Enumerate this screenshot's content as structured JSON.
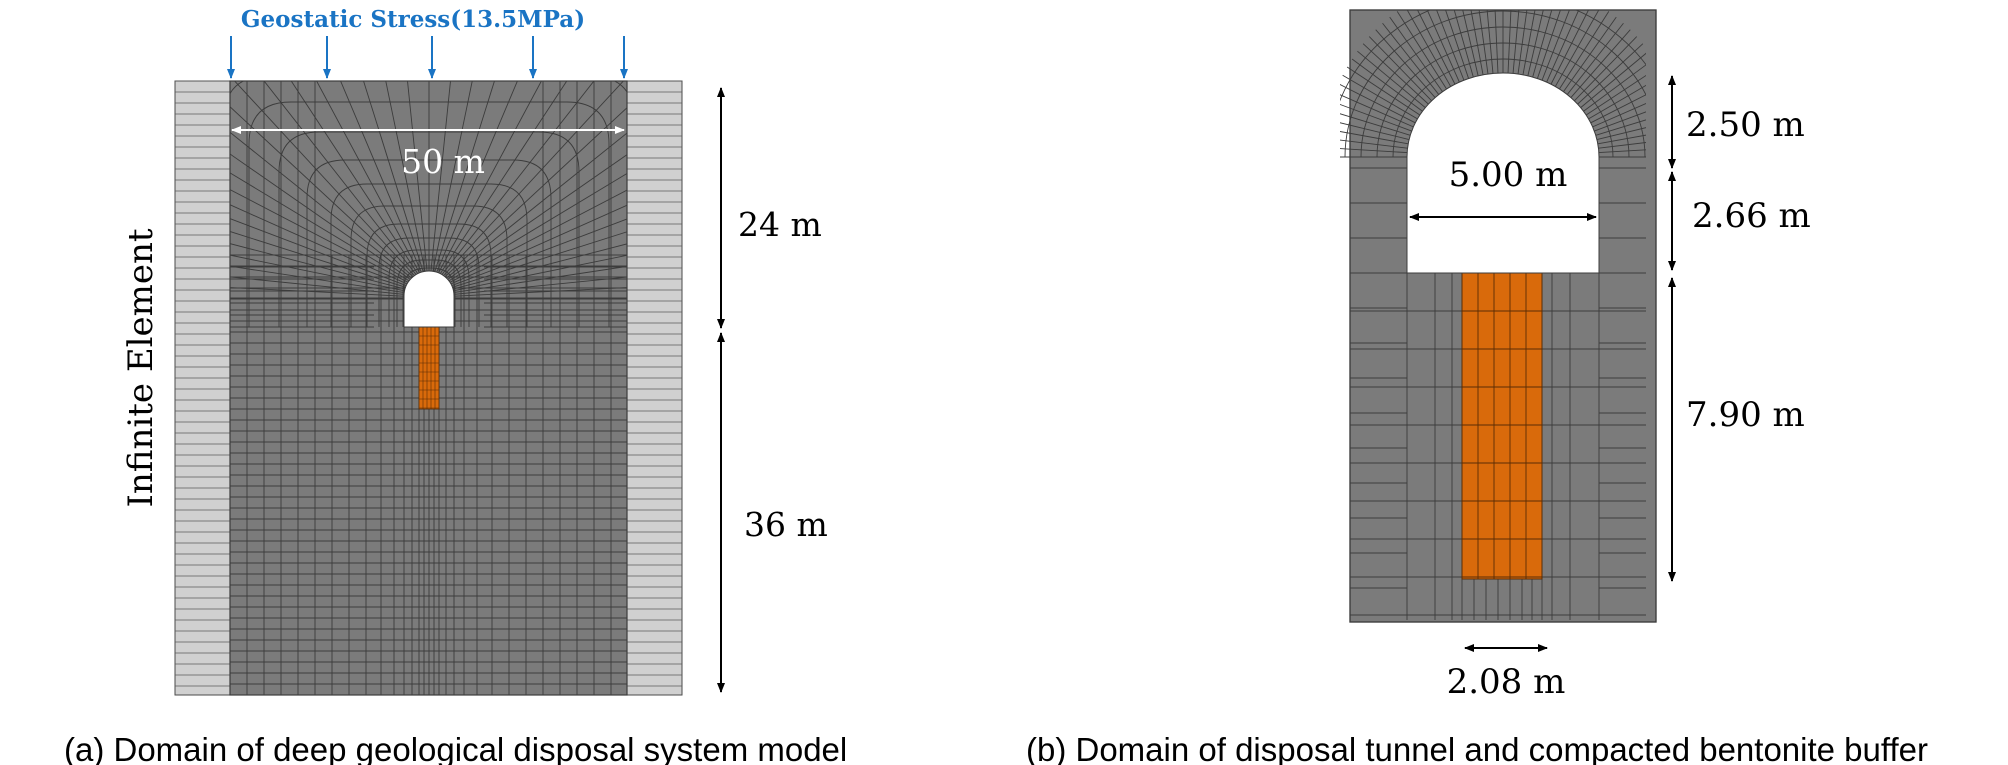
{
  "panel_a": {
    "load_label": "Geostatic Stress(13.5MPa)",
    "side_label": "Infinite Element",
    "width_label": "50 m",
    "upper_height_label": "24 m",
    "lower_height_label": "36 m",
    "caption": "(a) Domain of deep geological disposal system model"
  },
  "panel_b": {
    "tunnel_width_label": "5.00 m",
    "crown_height_label": "2.50 m",
    "wall_height_label": "2.66 m",
    "hole_depth_label": "7.90 m",
    "buffer_width_label": "2.08 m",
    "caption": "(b) Domain of disposal tunnel and compacted bentonite buffer"
  },
  "colors": {
    "rock_mesh": "#7b7b7b",
    "mesh_lines": "#3c3c3c",
    "infinite_element": "#d0d0d0",
    "buffer": "#d96a0b",
    "load_arrows": "#1a74c4",
    "dimension_lines": "#000000"
  }
}
